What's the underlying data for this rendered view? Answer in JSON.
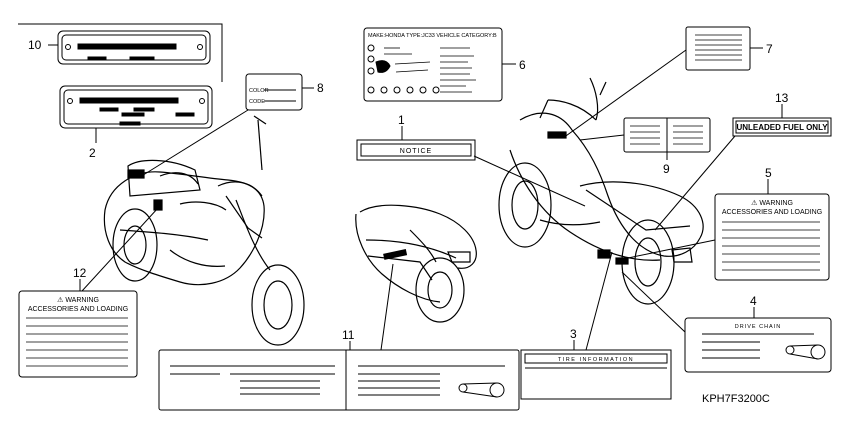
{
  "diagram": {
    "part_code": "KPH7F3200C",
    "callouts": [
      "1",
      "2",
      "3",
      "4",
      "5",
      "6",
      "7",
      "8",
      "9",
      "10",
      "11",
      "12",
      "13"
    ],
    "labels": {
      "notice": "NOTICE",
      "color_code_color": "COLOR",
      "color_code_code": "CODE",
      "vehicle_info": "MAKE:HONDA TYPE:JC33 VEHICLE CATEGORY:B",
      "unleaded_fuel": "UNLEADED FUEL ONLY",
      "warning_title": "⚠ WARNING",
      "warning_subtitle": "ACCESSORIES AND LOADING",
      "drive_chain": "DRIVE CHAIN",
      "tire_information": "TIRE INFORMATION"
    }
  }
}
